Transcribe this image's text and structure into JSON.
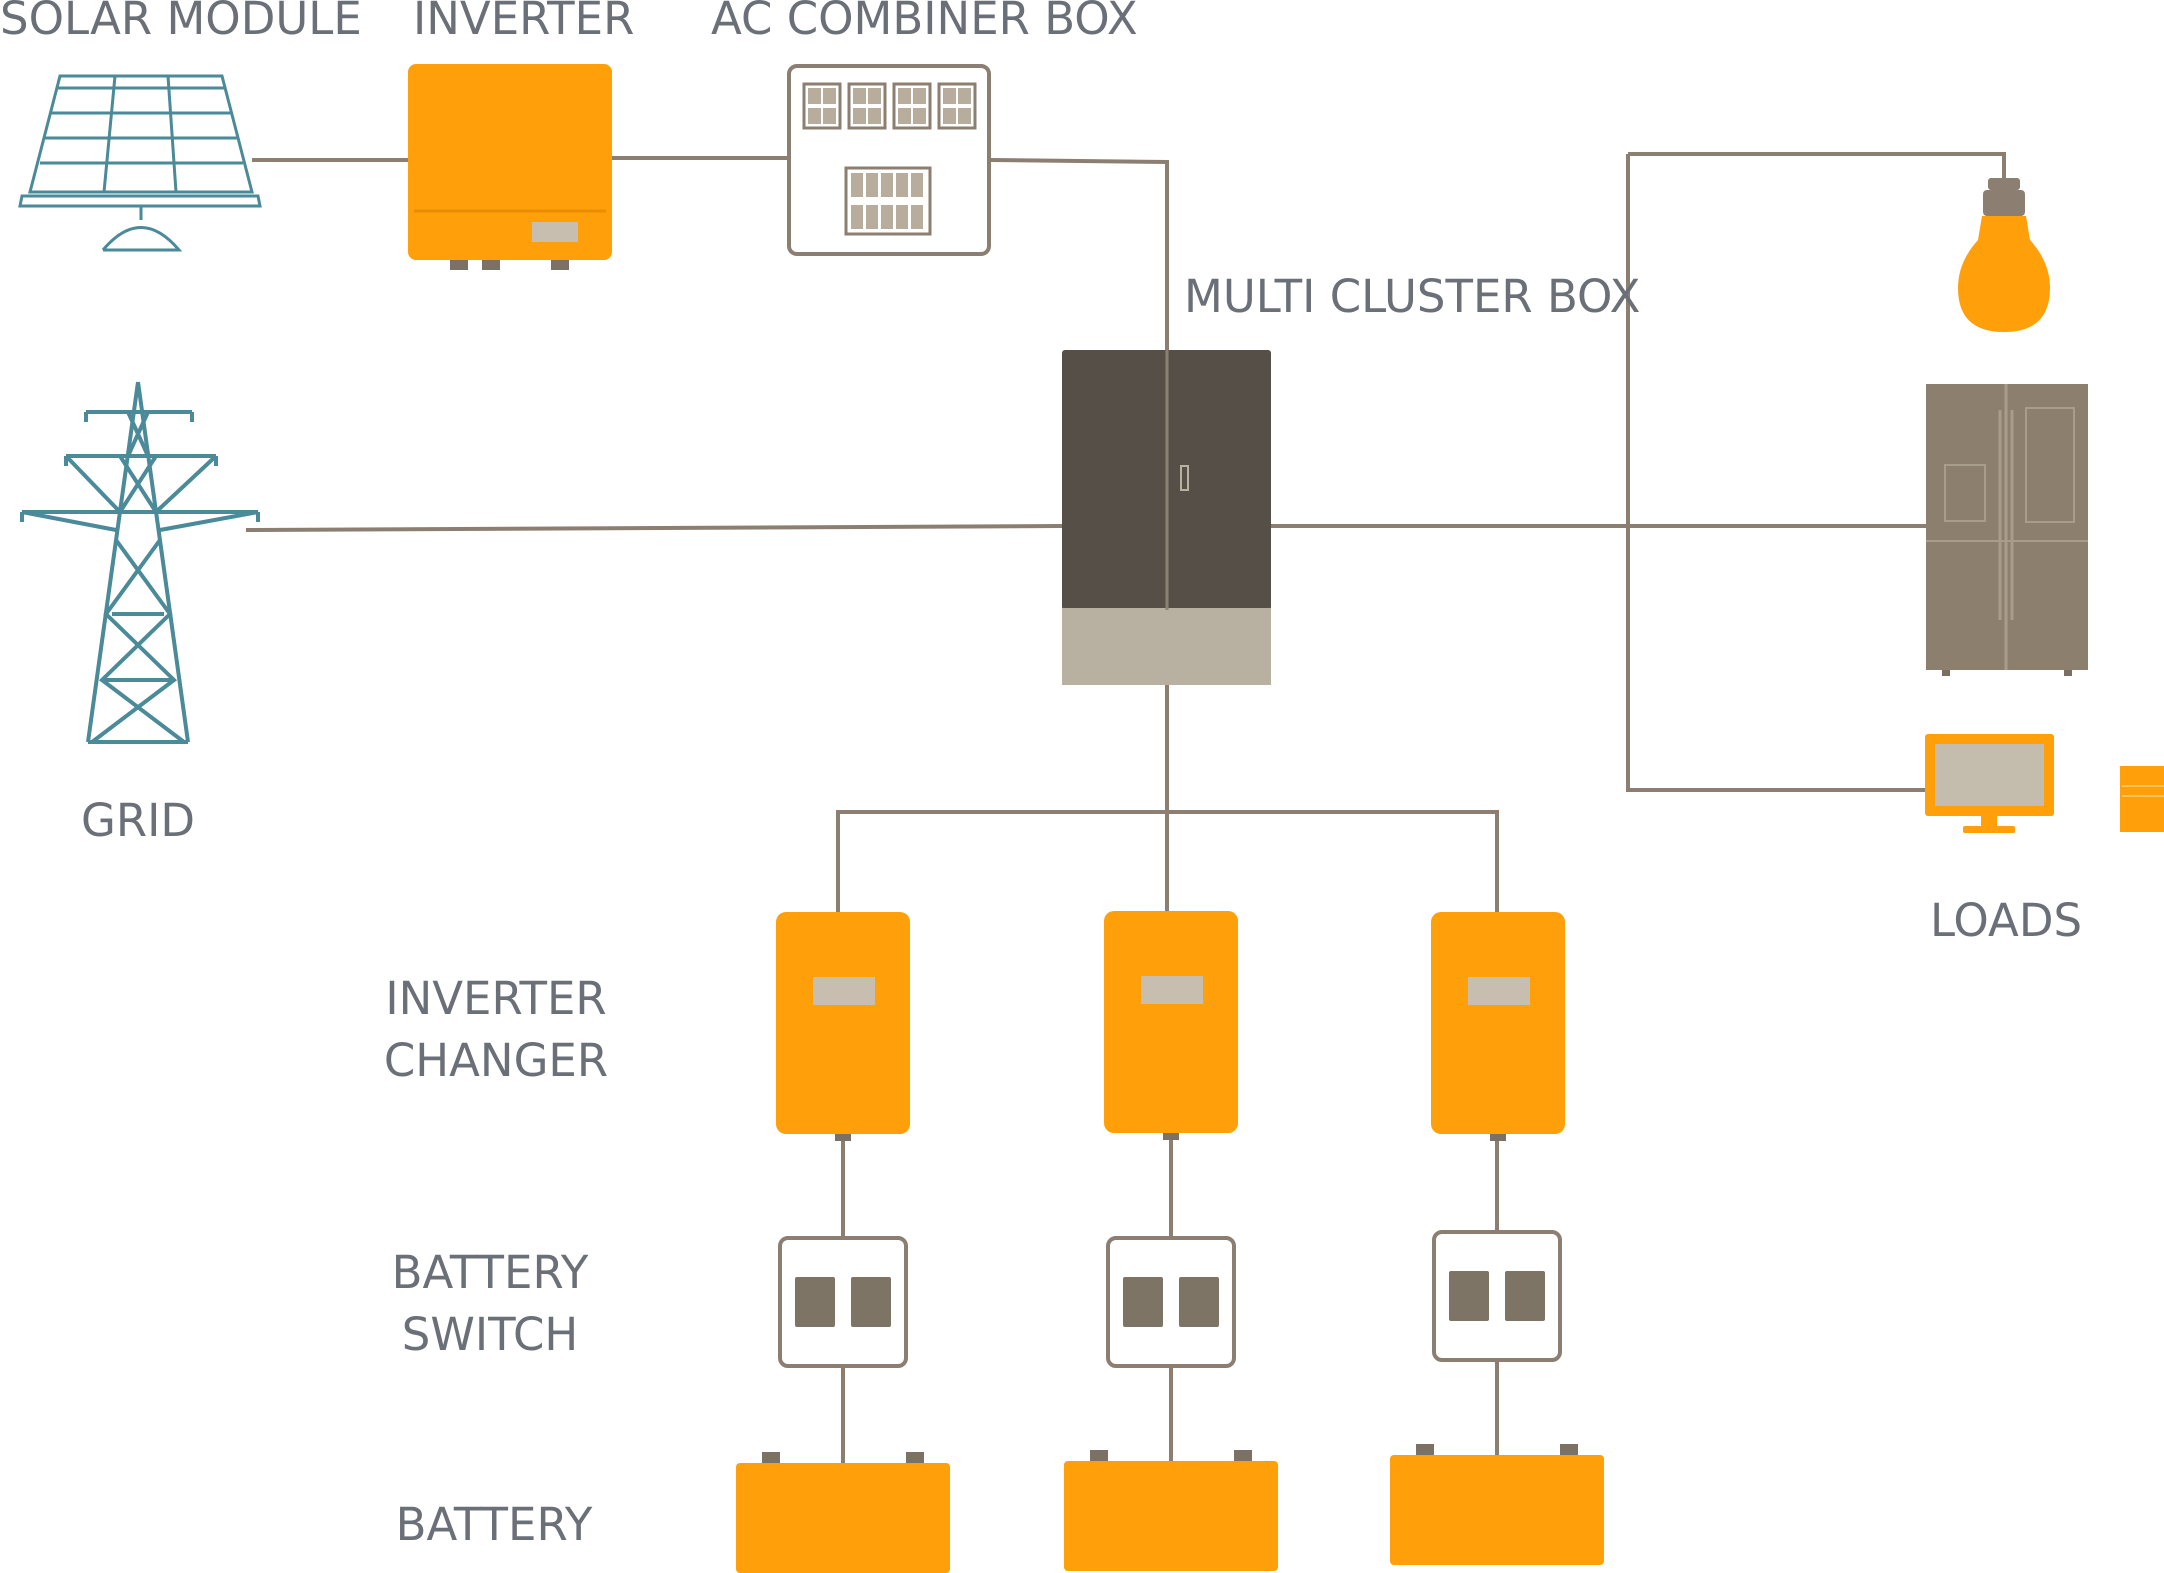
{
  "labels": {
    "solar_module": "SOLAR MODULE",
    "inverter": "INVERTER",
    "ac_combiner_box": "AC COMBINER BOX",
    "multi_cluster_box": "MULTI CLUSTER BOX",
    "grid": "GRID",
    "loads": "LOADS",
    "inverter_changer_line1": "INVERTER",
    "inverter_changer_line2": "CHANGER",
    "battery_switch_line1": "BATTERY",
    "battery_switch_line2": "SWITCH",
    "battery": "BATTERY"
  },
  "icons": [
    "solar-panel-icon",
    "inverter-icon",
    "ac-combiner-box-icon",
    "power-tower-icon",
    "multi-cluster-box-icon",
    "light-bulb-icon",
    "refrigerator-icon",
    "monitor-icon",
    "inverter-charger-icon",
    "battery-switch-icon",
    "battery-icon"
  ],
  "colors": {
    "accent_orange": "#ffa00a",
    "wire": "#8c7f72",
    "grid_tower": "#4a8a99",
    "cabinet_dark": "#554f47",
    "cabinet_light": "#b8b0a0",
    "label_text": "#6b7078"
  }
}
